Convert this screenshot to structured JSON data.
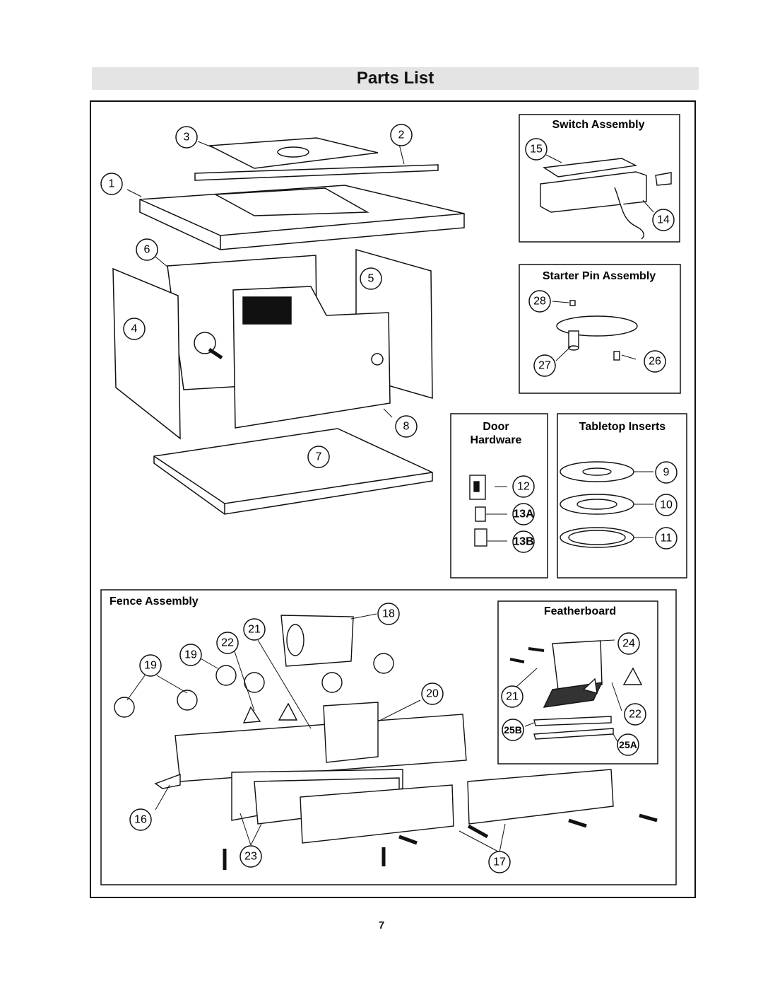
{
  "title": "Parts List",
  "page_number": "7",
  "sections": {
    "switch_assembly": {
      "title": "Switch Assembly",
      "callouts": [
        "15",
        "14"
      ]
    },
    "starter_pin_assembly": {
      "title": "Starter Pin Assembly",
      "callouts": [
        "28",
        "27",
        "26"
      ]
    },
    "door_hardware": {
      "title_line1": "Door",
      "title_line2": "Hardware",
      "callouts": [
        "12",
        "13A",
        "13B"
      ]
    },
    "tabletop_inserts": {
      "title": "Tabletop Inserts",
      "callouts": [
        "9",
        "10",
        "11"
      ]
    },
    "fence_assembly": {
      "title": "Fence Assembly",
      "callouts": [
        "18",
        "21",
        "22",
        "19",
        "19",
        "20",
        "16",
        "23",
        "17"
      ]
    },
    "featherboard": {
      "title": "Featherboard",
      "callouts": [
        "24",
        "21",
        "22",
        "25B",
        "25A"
      ]
    },
    "cabinet": {
      "callouts": [
        "3",
        "2",
        "1",
        "6",
        "5",
        "4",
        "8",
        "7"
      ]
    }
  }
}
